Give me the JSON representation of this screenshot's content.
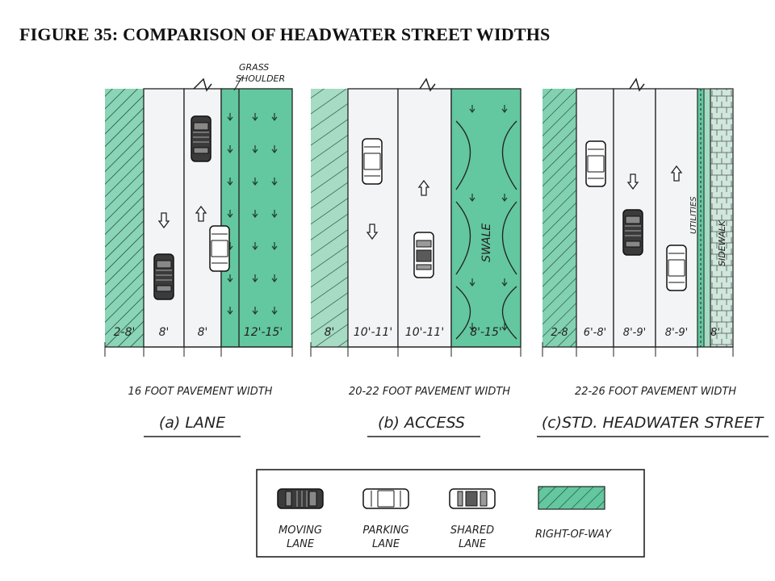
{
  "title": "FIGURE 35: COMPARISON OF HEADWATER STREET WIDTHS",
  "colors": {
    "green": "#63c79f",
    "green_light": "#a6dcc4",
    "pavement": "#f2f4f6",
    "ink": "#1f1f1f"
  },
  "panels": [
    {
      "id": "a",
      "pavement_width": "16 FOOT PAVEMENT WIDTH",
      "caption": "(a) LANE",
      "dimensions": [
        "2-8'",
        "8'",
        "8'",
        "12'-15'"
      ],
      "labels": [
        "GRASS",
        "SHOULDER"
      ]
    },
    {
      "id": "b",
      "pavement_width": "20-22 FOOT PAVEMENT WIDTH",
      "caption": "(b) ACCESS",
      "dimensions": [
        "8'",
        "10'-11'",
        "10'-11'",
        "8'-15'"
      ],
      "labels": [
        "SWALE"
      ]
    },
    {
      "id": "c",
      "pavement_width": "22-26 FOOT PAVEMENT WIDTH",
      "caption": "(c)STD. HEADWATER STREET",
      "dimensions": [
        "2-8",
        "6'-8'",
        "8'-9'",
        "8'-9'",
        "8'"
      ],
      "labels": [
        "UTILITIES",
        "SIDEWALK"
      ]
    }
  ],
  "legend": [
    {
      "icon": "moving-lane-car-icon",
      "label": [
        "MOVING",
        "LANE"
      ]
    },
    {
      "icon": "parking-lane-car-icon",
      "label": [
        "PARKING",
        "LANE"
      ]
    },
    {
      "icon": "shared-lane-car-icon",
      "label": [
        "SHARED",
        "LANE"
      ]
    },
    {
      "icon": "right-of-way-swatch-icon",
      "label": [
        "RIGHT-OF-WAY"
      ]
    }
  ]
}
